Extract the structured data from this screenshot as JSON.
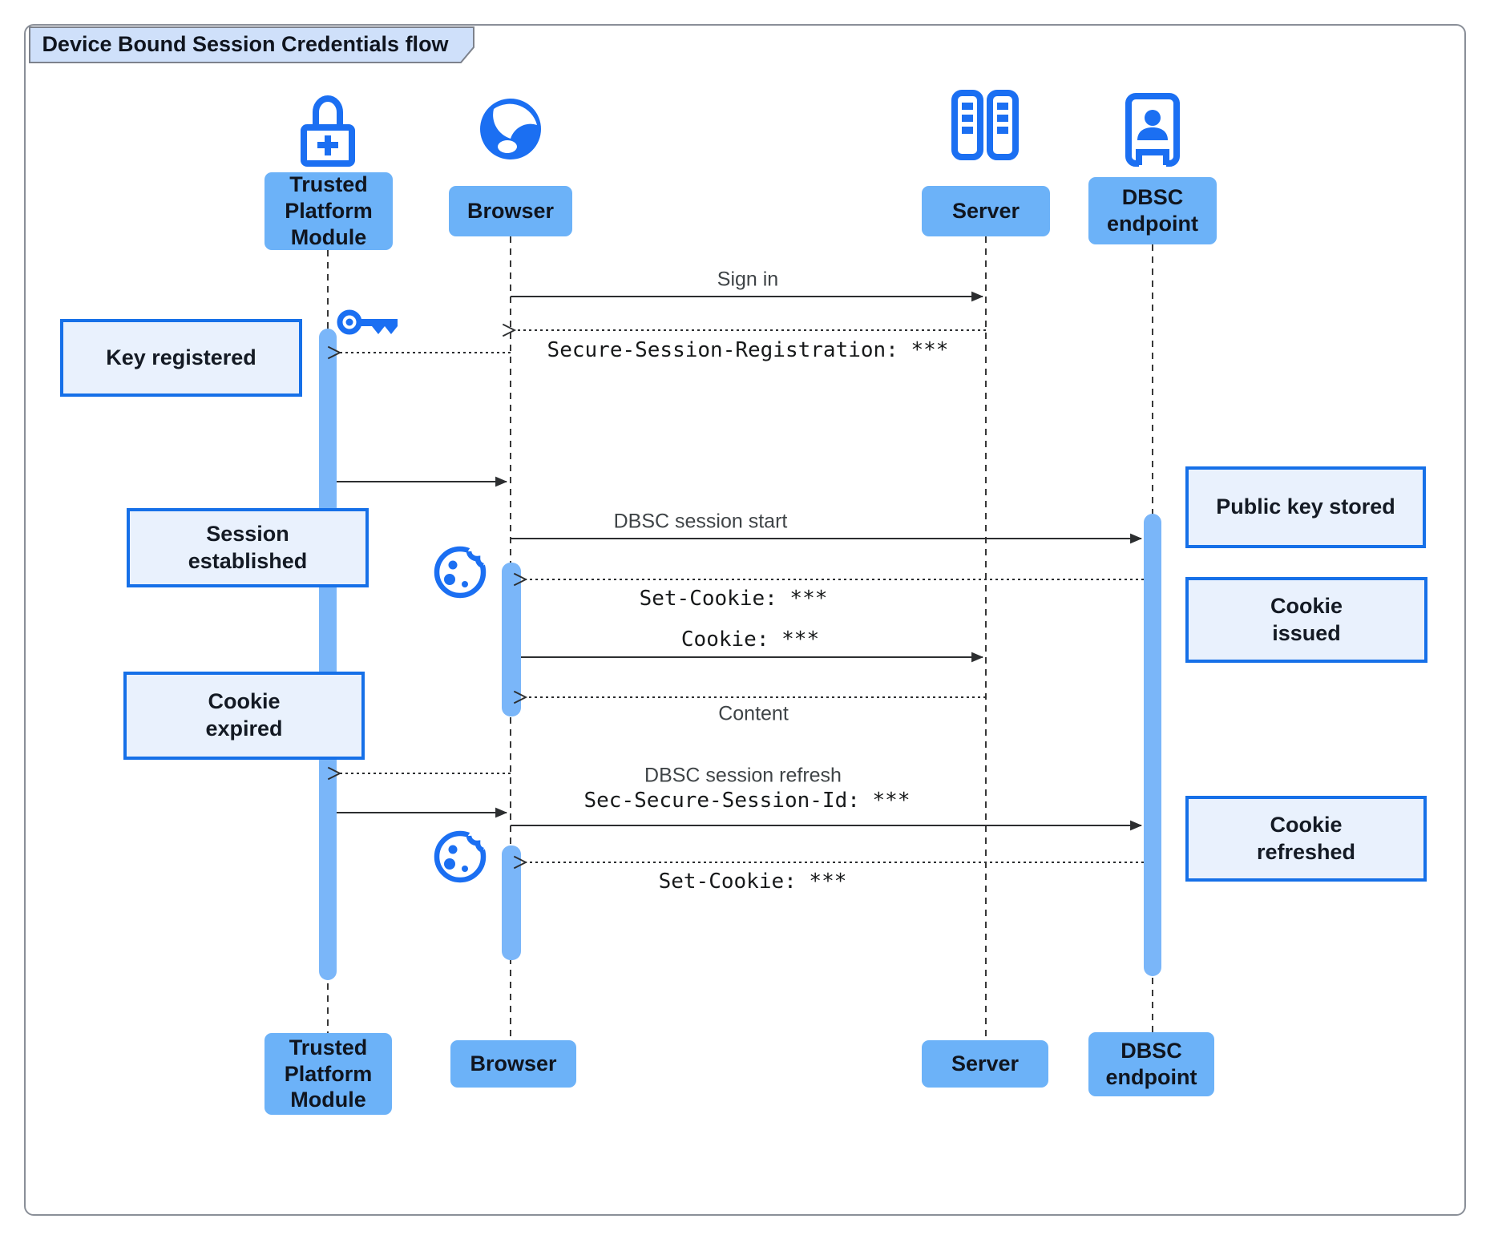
{
  "title": "Device Bound Session Credentials flow",
  "actors": {
    "tpm": {
      "label": "Trusted Platform Module",
      "icon": "lock-plus-icon"
    },
    "browser": {
      "label": "Browser",
      "icon": "globe-icon"
    },
    "server": {
      "label": "Server",
      "icon": "server-racks-icon"
    },
    "dbsc": {
      "label": "DBSC endpoint",
      "icon": "endpoint-person-icon"
    }
  },
  "messages": {
    "sign_in": "Sign in",
    "secure_session_registration": "Secure-Session-Registration: ***",
    "dbsc_session_start": "DBSC session start",
    "set_cookie_1": "Set-Cookie: ***",
    "cookie": "Cookie: ***",
    "content": "Content",
    "dbsc_session_refresh": "DBSC session refresh",
    "sec_secure_session_id": "Sec-Secure-Session-Id: ***",
    "set_cookie_2": "Set-Cookie: ***"
  },
  "notes": {
    "key_registered": "Key registered",
    "session_established": "Session established",
    "public_key_stored": "Public key stored",
    "cookie_issued": "Cookie issued",
    "cookie_expired": "Cookie expired",
    "cookie_refreshed": "Cookie refreshed"
  },
  "icons": {
    "key": "key-icon",
    "cookie": "cookie-bitten-icon"
  },
  "colors": {
    "accent_blue": "#1b6ff2",
    "actor_fill": "#6cb2f8",
    "activation_fill": "#7ab6f9",
    "note_fill": "#e9f1fd",
    "note_border": "#1670e8",
    "title_fill": "#cfe0fa",
    "frame_border": "#8a8f98",
    "line_color": "#2c2e30"
  }
}
